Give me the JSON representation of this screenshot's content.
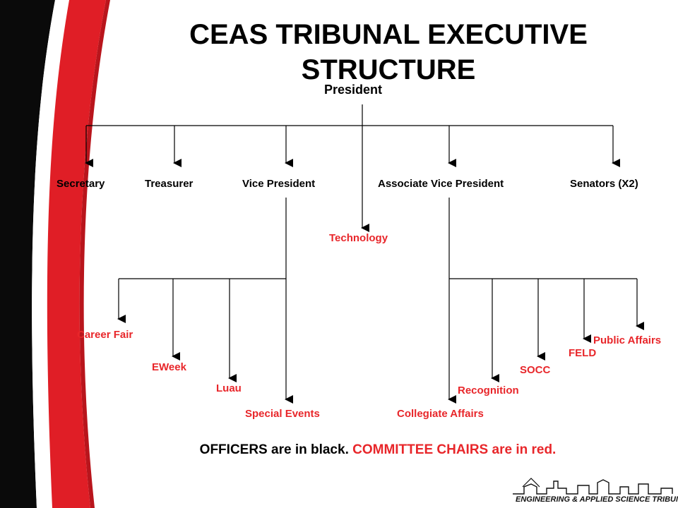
{
  "title": "CEAS TRIBUNAL EXECUTIVE STRUCTURE",
  "colors": {
    "officer": "#000000",
    "chair": "#e8262a",
    "accent_red": "#e01e26"
  },
  "nodes": {
    "president": "President",
    "secretary": "Secretary",
    "treasurer": "Treasurer",
    "vice_president": "Vice President",
    "associate_vice_president": "Associate Vice President",
    "senators": "Senators (X2)",
    "technology": "Technology",
    "career_fair": "Career Fair",
    "eweek": "EWeek",
    "luau": "Luau",
    "special_events": "Special Events",
    "collegiate_affairs": "Collegiate Affairs",
    "recognition": "Recognition",
    "socc": "SOCC",
    "feld": "FELD",
    "public_affairs": "Public Affairs"
  },
  "legend": {
    "officers": "OFFICERS are in black.",
    "chairs": "COMMITTEE CHAIRS are in red."
  },
  "logo": {
    "text": "ENGINEERING & APPLIED SCIENCE TRIBUNAL"
  }
}
